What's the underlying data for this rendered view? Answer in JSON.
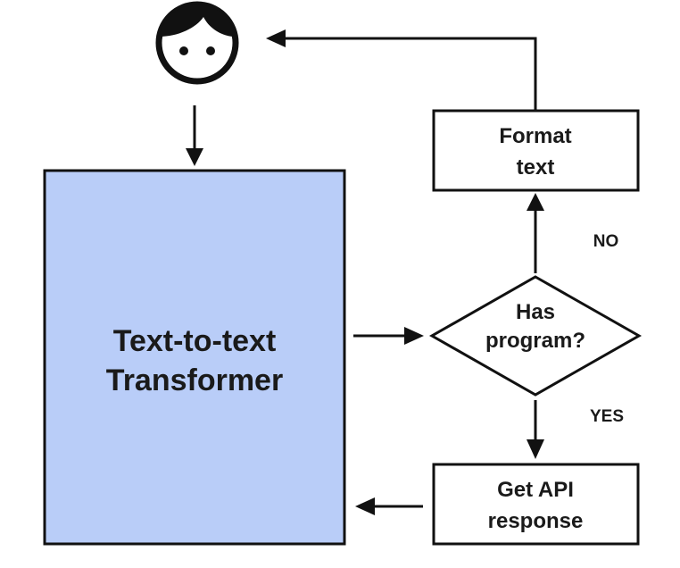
{
  "nodes": {
    "transformer": {
      "line1": "Text-to-text",
      "line2": "Transformer",
      "fill": "#b9cdf8",
      "stroke": "#111111"
    },
    "format_text": {
      "line1": "Format",
      "line2": "text"
    },
    "has_program": {
      "line1": "Has",
      "line2": "program?"
    },
    "get_api_response": {
      "line1": "Get API",
      "line2": "response"
    },
    "user": {
      "icon": "user-face-icon"
    }
  },
  "edges": {
    "no_label": "NO",
    "yes_label": "YES"
  }
}
